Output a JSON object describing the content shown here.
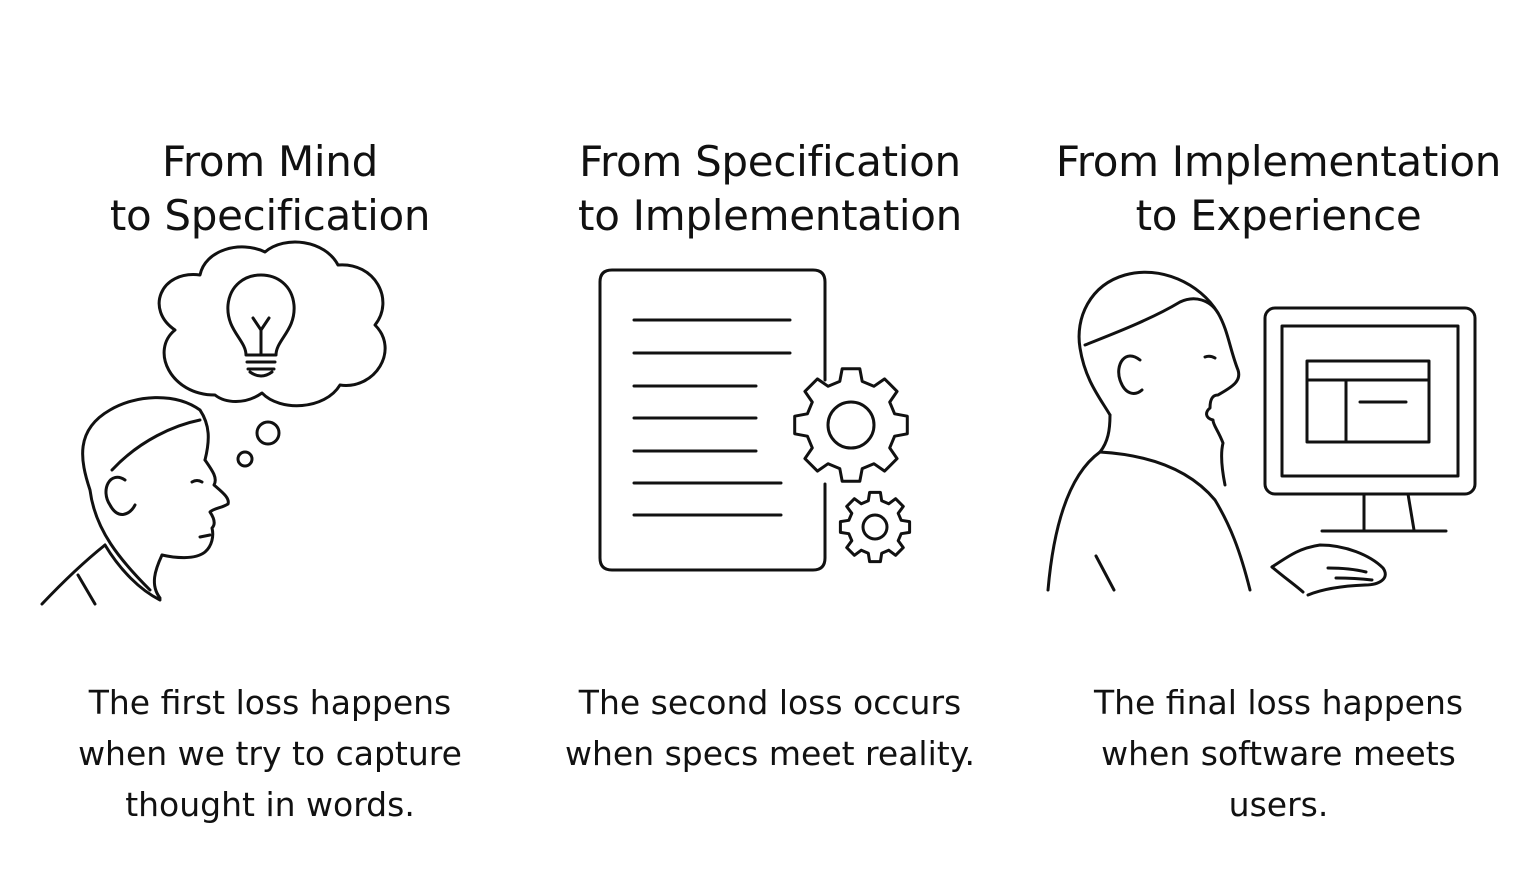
{
  "panels": [
    {
      "title_lines": [
        "From Mind",
        "to Specification"
      ],
      "caption_lines": [
        "The first loss happens",
        "when we try to capture",
        "thought in words."
      ],
      "icons": [
        "person-thinking-icon",
        "thought-cloud-icon",
        "lightbulb-icon"
      ]
    },
    {
      "title_lines": [
        "From Specification",
        "to Implementation"
      ],
      "caption_lines": [
        "The second loss occurs",
        "when specs meet reality."
      ],
      "icons": [
        "document-icon",
        "gear-icon"
      ]
    },
    {
      "title_lines": [
        "From Implementation",
        "to Experience"
      ],
      "caption_lines": [
        "The final loss happens",
        "when software meets",
        "users."
      ],
      "icons": [
        "person-at-computer-icon",
        "monitor-icon",
        "mouse-icon"
      ]
    }
  ],
  "colors": {
    "ink": "#111111",
    "background": "#ffffff"
  }
}
